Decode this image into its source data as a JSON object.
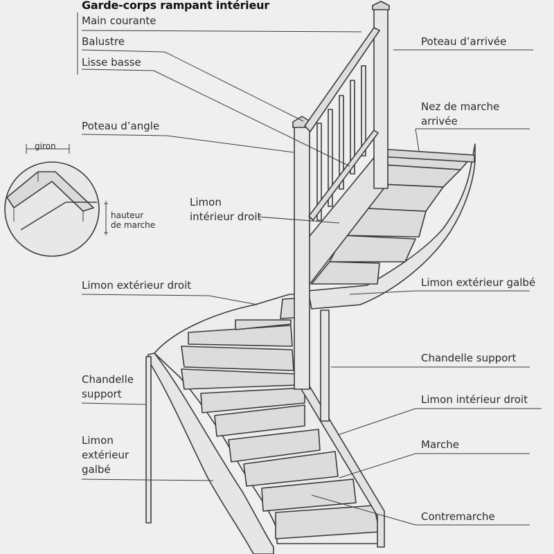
{
  "title": "Garde-corps rampant intérieur",
  "labels": {
    "main_courante": "Main courante",
    "balustre": "Balustre",
    "lisse_basse": "Lisse basse",
    "poteau_angle": "Poteau d’angle",
    "poteau_arrivee": "Poteau d’arrivée",
    "nez_marche": "Nez de marche\narrivée",
    "limon_int_droit_upper": "Limon\nintérieur droit",
    "limon_ext_droit": "Limon extérieur droit",
    "limon_ext_galbe_right": "Limon extérieur galbé",
    "chandelle_support_right": "Chandelle support",
    "chandelle_support_left": "Chandelle\nsupport",
    "limon_int_droit_lower": "Limon intérieur droit",
    "limon_ext_galbe_left": "Limon\nextérieur\ngalbé",
    "marche": "Marche",
    "contremarche": "Contremarche"
  },
  "inset": {
    "giron": "giron",
    "hauteur": "hauteur\nde marche"
  }
}
